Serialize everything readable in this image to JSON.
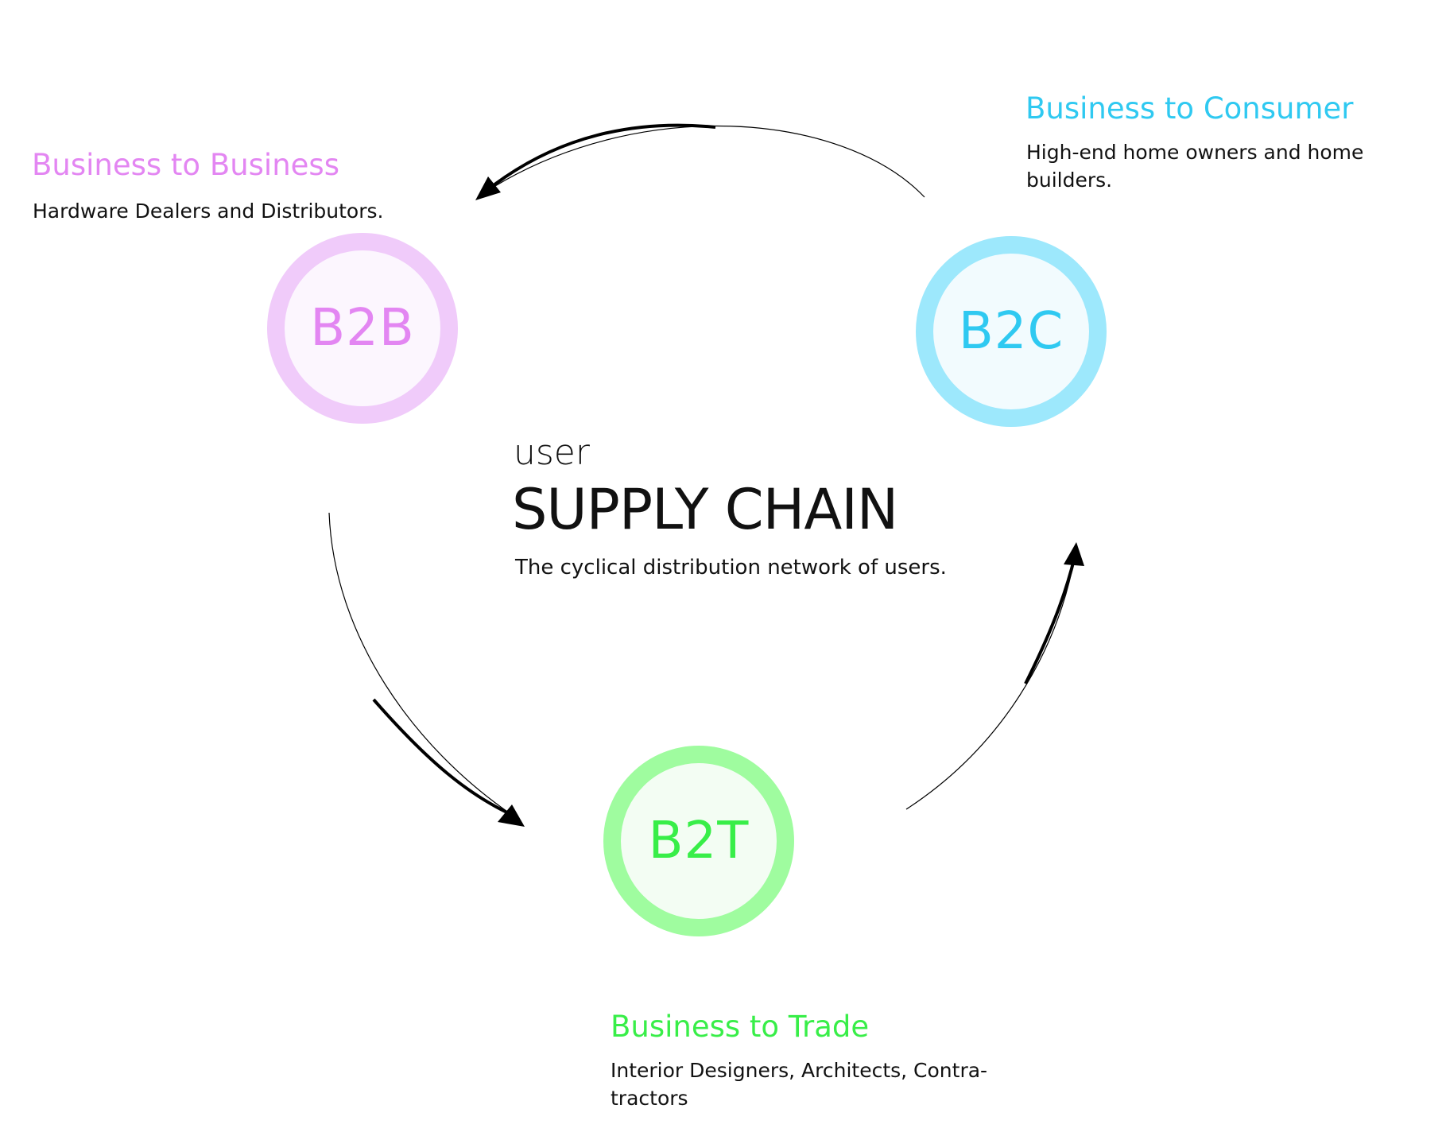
{
  "center": {
    "eyebrow": "user",
    "title": "SUPPLY CHAIN",
    "description": "The cyclical distribution network of users."
  },
  "nodes": {
    "b2b": {
      "code": "B2B",
      "title": "Business to Business",
      "description": "Hardware Dealers and Distributors.",
      "color": "#e386f2",
      "ring_color": "#f0cbfa",
      "fill_color": "#fcf6fe"
    },
    "b2c": {
      "code": "B2C",
      "title": "Business to Consumer",
      "description": "High-end home owners and home builders.",
      "color": "#2fc9f1",
      "ring_color": "#9de8fc",
      "fill_color": "#f2fbfe"
    },
    "b2t": {
      "code": "B2T",
      "title": "Business to Trade",
      "description": "Interior Designers, Architects, Contra-tractors",
      "color": "#38ee48",
      "ring_color": "#9ffc9f",
      "fill_color": "#f3fdf3"
    }
  },
  "arrow_color": "#000000"
}
